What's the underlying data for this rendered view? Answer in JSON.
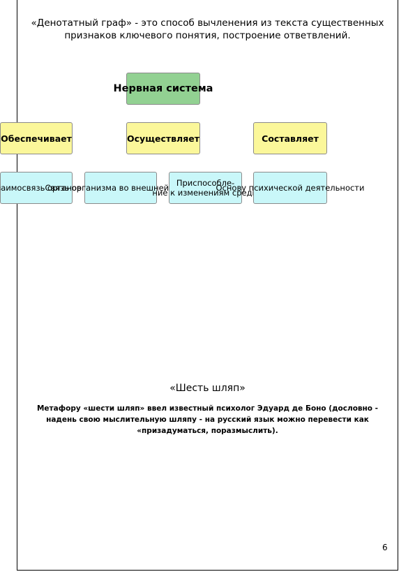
{
  "intro": {
    "text": "«Денотатный граф» - это способ вычленения из текста существенных признаков ключевого понятия, построение ответвлений."
  },
  "graph": {
    "root": "Нервная система",
    "level1": [
      "Обеспечивает",
      "Осуществляет",
      "Составляет"
    ],
    "level2": [
      "Взаимосвязь органов",
      "Связь организма во внешней среде",
      "Приспособле-\nние к изменениям среды",
      "Основу психической деятельности"
    ],
    "colors": {
      "root": "#92d192",
      "level1": "#fbf79a",
      "level2": "#c9f7f9",
      "border": "#8a8a8a"
    }
  },
  "section": {
    "title": "«Шесть шляп»",
    "text": "Метафору «шести шляп» ввел известный психолог Эдуард де Боно (дословно - надень свою мыслительную шляпу - на русский язык можно перевести как «призадуматься, поразмыслить)."
  },
  "page_number": "6"
}
